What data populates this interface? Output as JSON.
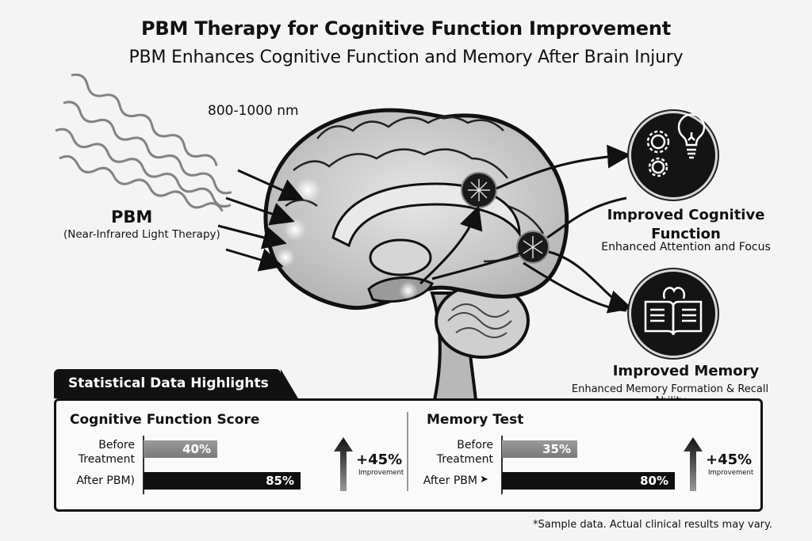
{
  "title": "PBM Therapy for Cognitive Function Improvement",
  "subtitle": "PBM Enhances Cognitive Function and Memory After Brain Injury",
  "wavelength": "800-1000 nm",
  "pbm": {
    "label": "PBM",
    "description": "(Near-Infrared Light Therapy)"
  },
  "outcomes": {
    "cognitive": {
      "title_line1": "Improved Cognitive",
      "title_line2": "Function",
      "subtitle": "Enhanced Attention and Focus",
      "icon": "gears-lightbulb-icon"
    },
    "memory": {
      "title": "Improved Memory",
      "subtitle": "Enhanced Memory Formation & Recall Ability",
      "icon": "book-brain-icon"
    }
  },
  "stats": {
    "header": "Statistical Data Highlights",
    "cognitive_panel": {
      "title": "Cognitive Function Score",
      "before_label_line1": "Before",
      "before_label_line2": "Treatment",
      "before_value": "40%",
      "after_label": "After PBM)",
      "after_value": "85%",
      "improvement": "+45%",
      "improvement_word": "Improvement"
    },
    "memory_panel": {
      "title": "Memory Test",
      "before_label_line1": "Before",
      "before_label_line2": "Treatment",
      "before_value": "35%",
      "after_label": "After PBM",
      "after_value": "80%",
      "improvement": "+45%",
      "improvement_word": "Improvement"
    }
  },
  "footnote": "*Sample data. Actual clinical results may vary.",
  "chart_data": [
    {
      "type": "bar",
      "title": "Cognitive Function Score",
      "categories": [
        "Before Treatment",
        "After PBM)"
      ],
      "values": [
        40,
        85
      ],
      "ylim": [
        0,
        100
      ]
    },
    {
      "type": "bar",
      "title": "Memory Test",
      "categories": [
        "Before Treatment",
        "After PBM"
      ],
      "values": [
        35,
        80
      ],
      "ylim": [
        0,
        100
      ]
    }
  ]
}
